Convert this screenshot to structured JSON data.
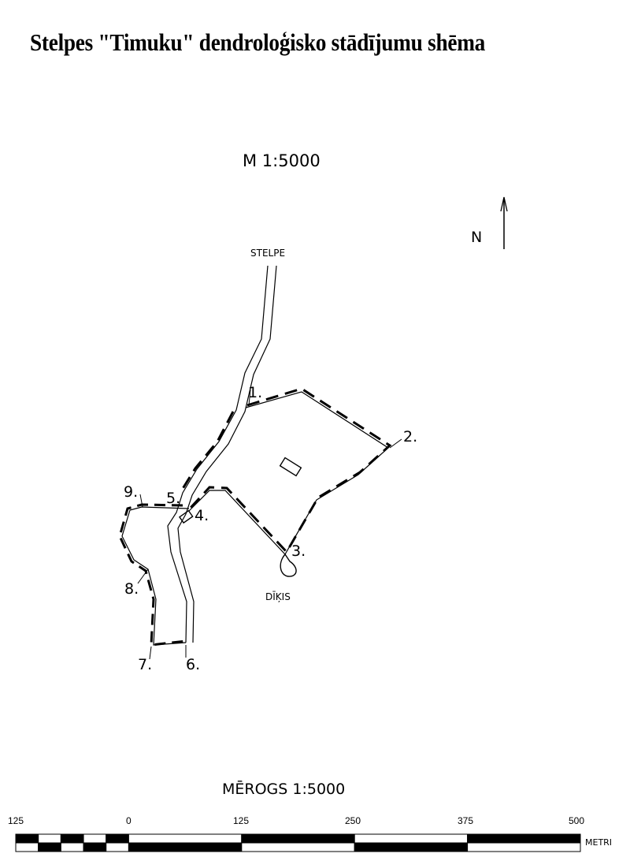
{
  "title": "Stelpes \"Timuku\" dendroloģisko stādījumu shēma",
  "map": {
    "scale_text": "M 1:5000",
    "north_label": "N",
    "place_label": "STELPE",
    "pond_label": "DĪĶIS",
    "points": [
      "1.",
      "2.",
      "3.",
      "4.",
      "5.",
      "6.",
      "7.",
      "8.",
      "9."
    ]
  },
  "scale_bar": {
    "title": "MĒROGS 1:5000",
    "ticks": [
      "125",
      "0",
      "125",
      "250",
      "375",
      "500"
    ],
    "unit": "METRI"
  }
}
